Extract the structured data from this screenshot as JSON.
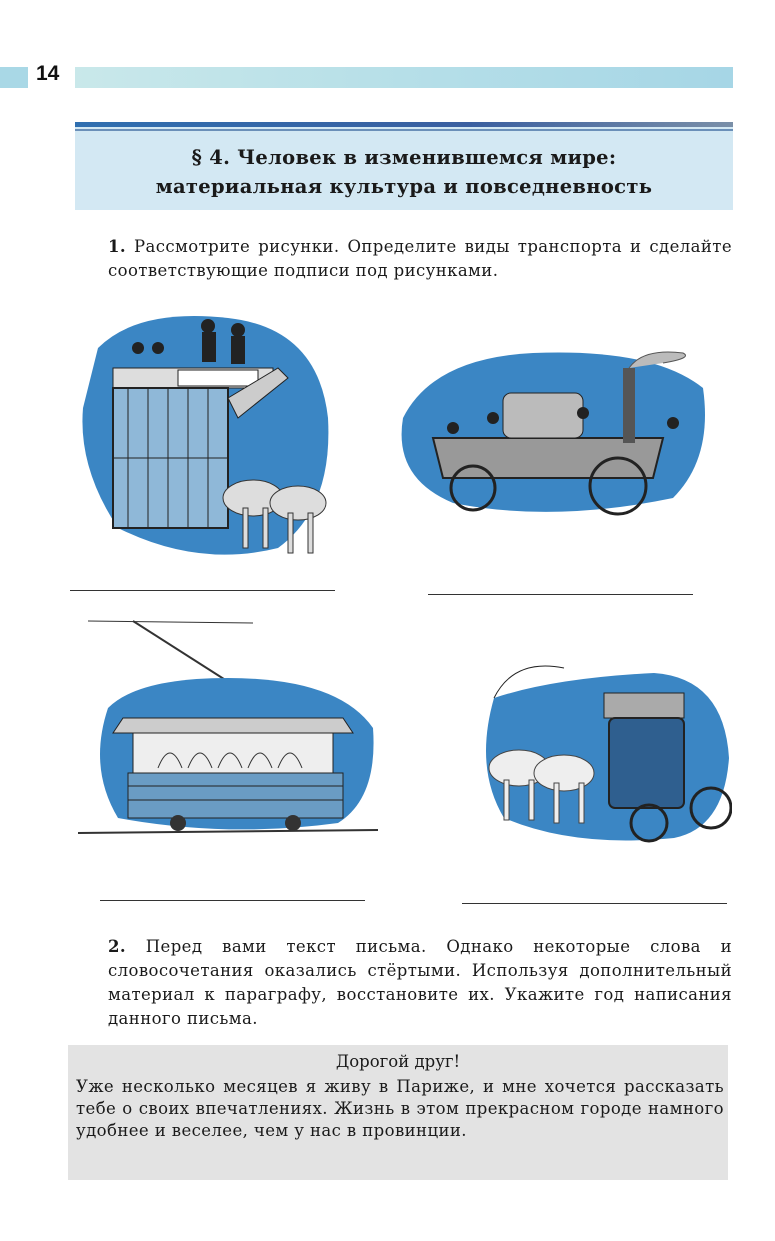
{
  "page_number": "14",
  "section_title_line1": "§ 4. Человек в изменившемся мире:",
  "section_title_line2": "материальная культура и повседневность",
  "task1": {
    "number": "1.",
    "text": "Рассмотрите рисунки. Определите виды транспорта и сделайте соответствующие подписи под рисунками."
  },
  "illustrations": [
    "horse-drawn-omnibus",
    "steam-carriage",
    "electric-tram",
    "stagecoach"
  ],
  "task2": {
    "number": "2.",
    "text": "Перед вами текст письма. Однако некоторые слова и словосочетания оказались стёртыми. Используя дополнительный материал к параграфу, восстановите их. Укажите год написания данного письма."
  },
  "letter": {
    "greeting": "Дорогой друг!",
    "body": "Уже несколько месяцев я живу в Париже, и мне хочется рассказать тебе о своих впечатлениях. Жизнь в этом прекрасном городе намного удобнее и веселее, чем у нас в провинции."
  },
  "colors": {
    "accent_blue": "#2e6eae",
    "title_bg": "#d3e8f3",
    "letter_bg": "#e3e3e3",
    "illus_blue": "#3b86c4"
  }
}
